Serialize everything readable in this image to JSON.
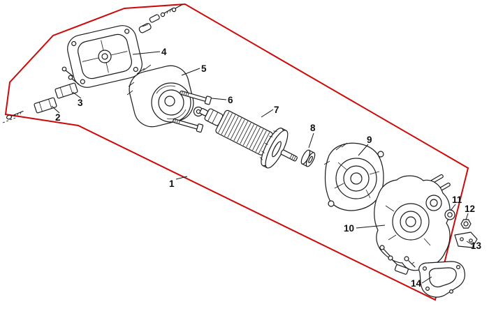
{
  "diagram": {
    "kind": "exploded-parts-diagram",
    "colors": {
      "outline": "#cc0a0a",
      "line": "#1a1a1a",
      "label": "#101010",
      "background": "#ffffff"
    },
    "callouts": [
      "1",
      "2",
      "3",
      "4",
      "5",
      "6",
      "7",
      "8",
      "9",
      "10",
      "11",
      "12",
      "13",
      "14"
    ]
  }
}
